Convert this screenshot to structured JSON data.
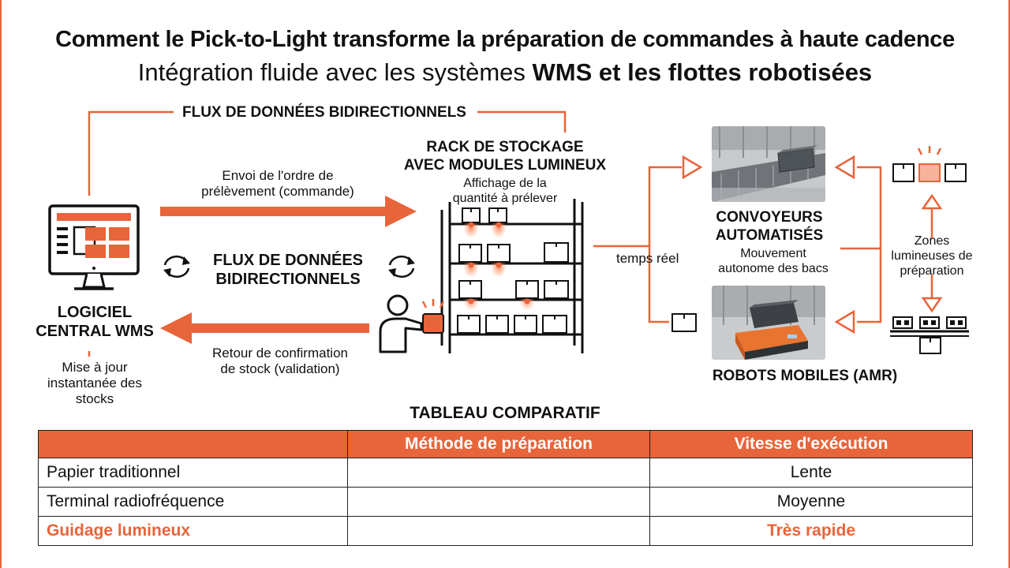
{
  "title": "Comment le Pick-to-Light transforme la préparation de commandes à haute cadence",
  "subtitle": {
    "part1": "Intégration fluide avec les systèmes",
    "part2": "WMS",
    "part3": "et les flottes robotisées"
  },
  "diagram": {
    "top_flow_label": "FLUX DE DONNÉES BIDIRECTIONNELS",
    "wms_label": [
      "LOGICIEL",
      "CENTRAL WMS"
    ],
    "wms_update": [
      "Mise à jour",
      "instantanée des",
      "stocks"
    ],
    "send_order": [
      "Envoi de l'ordre de",
      "prélèvement (commande)"
    ],
    "center_flow_label": [
      "FLUX DE DONNÉES",
      "BIDIRECTIONNELS"
    ],
    "return_label": [
      "Retour de confirmation",
      "de stock (validation)"
    ],
    "rack_label": [
      "RACK DE STOCKAGE",
      "AVEC MODULES LUMINEUX"
    ],
    "rack_display": [
      "Affichage de la",
      "quantité à prélever"
    ],
    "realtime_label": "temps réel",
    "conveyor_label": [
      "CONVOYEURS",
      "AUTOMATISÉS"
    ],
    "conveyor_desc": [
      "Mouvement",
      "autonome des bacs"
    ],
    "amr_label": "ROBOTS MOBILES (AMR)",
    "zones_label": [
      "Zones",
      "lumineuses de",
      "préparation"
    ],
    "icons": [
      "monitor-icon",
      "sync-icon",
      "operator-icon",
      "shelf-icon",
      "box-icon",
      "light-module-icon"
    ]
  },
  "table": {
    "title": "TABLEAU COMPARATIF",
    "headers": [
      "",
      "Méthode de préparation",
      "Vitesse d'exécution"
    ],
    "rows": [
      [
        "Papier traditionnel",
        "",
        "Lente"
      ],
      [
        "Terminal radiofréquence",
        "",
        "Moyenne"
      ],
      [
        "Guidage lumineux",
        "",
        "Très rapide"
      ]
    ]
  },
  "colors": {
    "accent": "#e8643a",
    "text": "#111111",
    "light_glow": "#ff9a6a"
  }
}
